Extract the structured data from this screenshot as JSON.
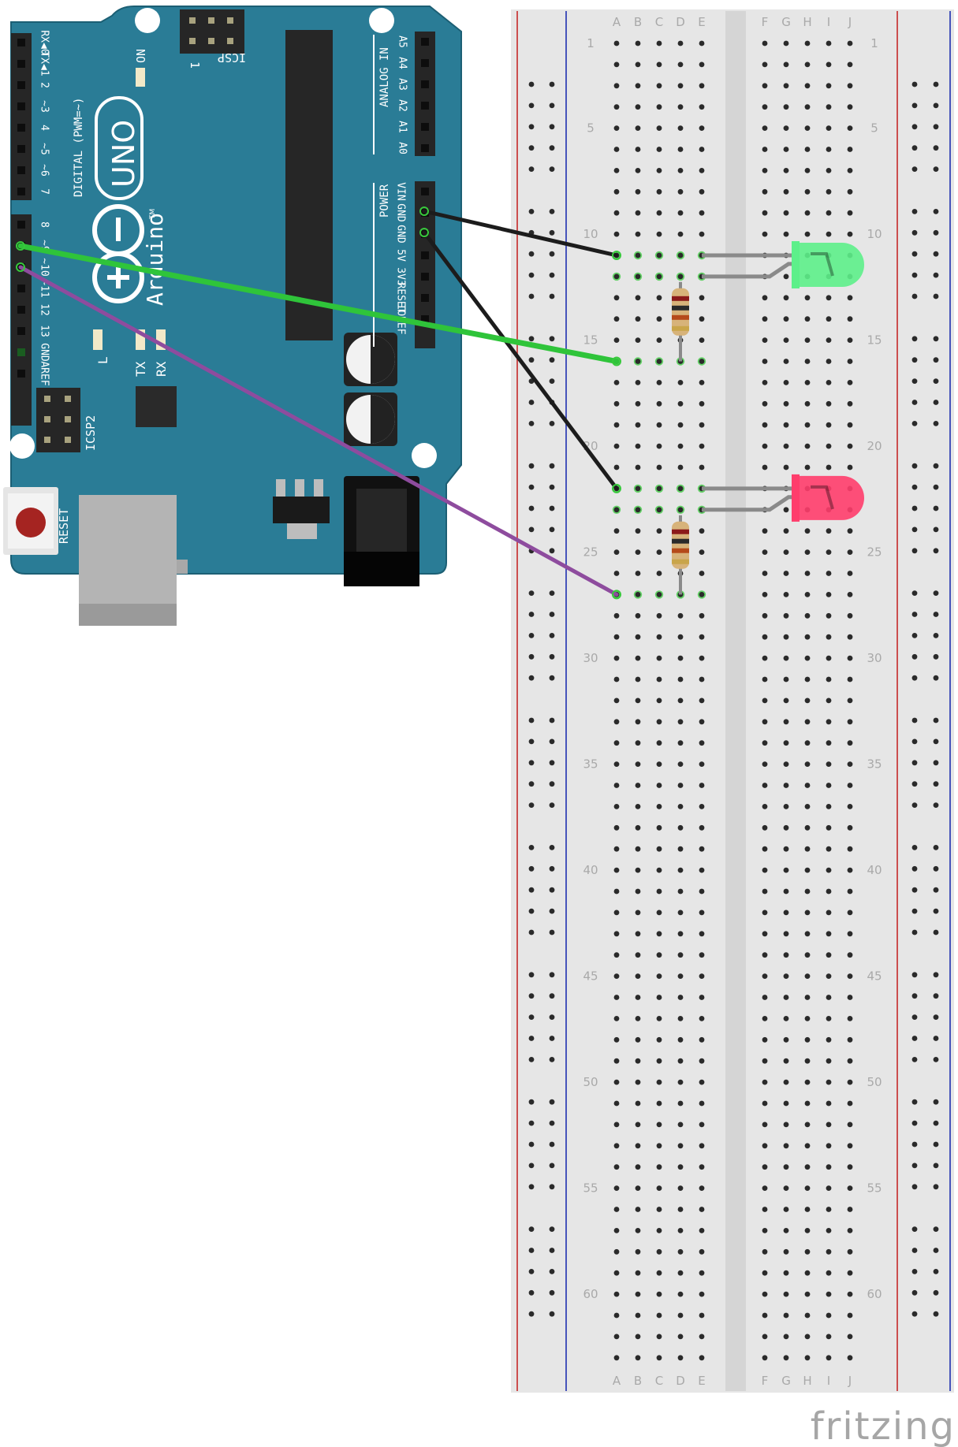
{
  "colors": {
    "board": "#2a7c96",
    "board_dark": "#1e6a82",
    "board_edge": "#1c5f74",
    "header": "#262626",
    "breadboard": "#e6e6e6",
    "breadboard_gap": "#d5d5d5",
    "rail_red": "#c62828",
    "rail_blue": "#1f2fb0",
    "hole": "#2a2a2a",
    "hole_active": "#38c93c",
    "wire_green": "#2fc43a",
    "wire_black": "#1c1c1c",
    "wire_purple": "#8e4c9e",
    "led_green": "#5df08a",
    "led_red": "#ff3d6c",
    "lead": "#8a8a8a",
    "label": "#a9a9a9"
  },
  "arduino": {
    "digital_pins": [
      "RX◀0",
      "TX◀1",
      "2",
      "~3",
      "4",
      "~5",
      "~6",
      "7",
      "8",
      "~9",
      "~10",
      "~11",
      "12",
      "13",
      "GND",
      "AREF"
    ],
    "digital_label": "DIGITAL (PWM=~)",
    "analog_pins": [
      "A5",
      "A4",
      "A3",
      "A2",
      "A1",
      "A0"
    ],
    "analog_label": "ANALOG IN",
    "power_pins": [
      "VIN",
      "GND",
      "GND",
      "5V",
      "3V3",
      "RESET",
      "IOREF"
    ],
    "power_label": "POWER",
    "model": "UNO",
    "brand": "Arduino",
    "tm": "TM",
    "on_label": "ON",
    "icsp_label": "ICSP",
    "icsp_pin1": "1",
    "icsp2_label": "ICSP2",
    "l_label": "L",
    "tx_label": "TX",
    "rx_label": "RX",
    "reset_label": "RESET"
  },
  "breadboard": {
    "columns_left": [
      "A",
      "B",
      "C",
      "D",
      "E"
    ],
    "columns_right": [
      "F",
      "G",
      "H",
      "I",
      "J"
    ],
    "rows": 63,
    "row_numbers": [
      "1",
      "5",
      "10",
      "15",
      "20",
      "25",
      "30",
      "35",
      "40",
      "45",
      "50",
      "55",
      "60"
    ]
  },
  "components": {
    "leds": [
      {
        "name": "green-led",
        "color": "green",
        "row": 11
      },
      {
        "name": "red-led",
        "color": "red",
        "row": 22
      }
    ],
    "resistors": [
      {
        "name": "resistor-1",
        "rows": [
          13,
          16
        ],
        "column": "D"
      },
      {
        "name": "resistor-2",
        "rows": [
          24,
          27
        ],
        "column": "D"
      }
    ],
    "wires": [
      {
        "name": "wire-gnd-to-row11",
        "color": "black",
        "from": "GND",
        "to": "A11"
      },
      {
        "name": "wire-gnd-to-row22",
        "color": "black",
        "from": "GND",
        "to": "A22"
      },
      {
        "name": "wire-pin9-to-row16",
        "color": "green",
        "from": "~9",
        "to": "A16"
      },
      {
        "name": "wire-pin10-to-row27",
        "color": "purple",
        "from": "~10",
        "to": "A27"
      }
    ]
  },
  "watermark": "fritzing"
}
